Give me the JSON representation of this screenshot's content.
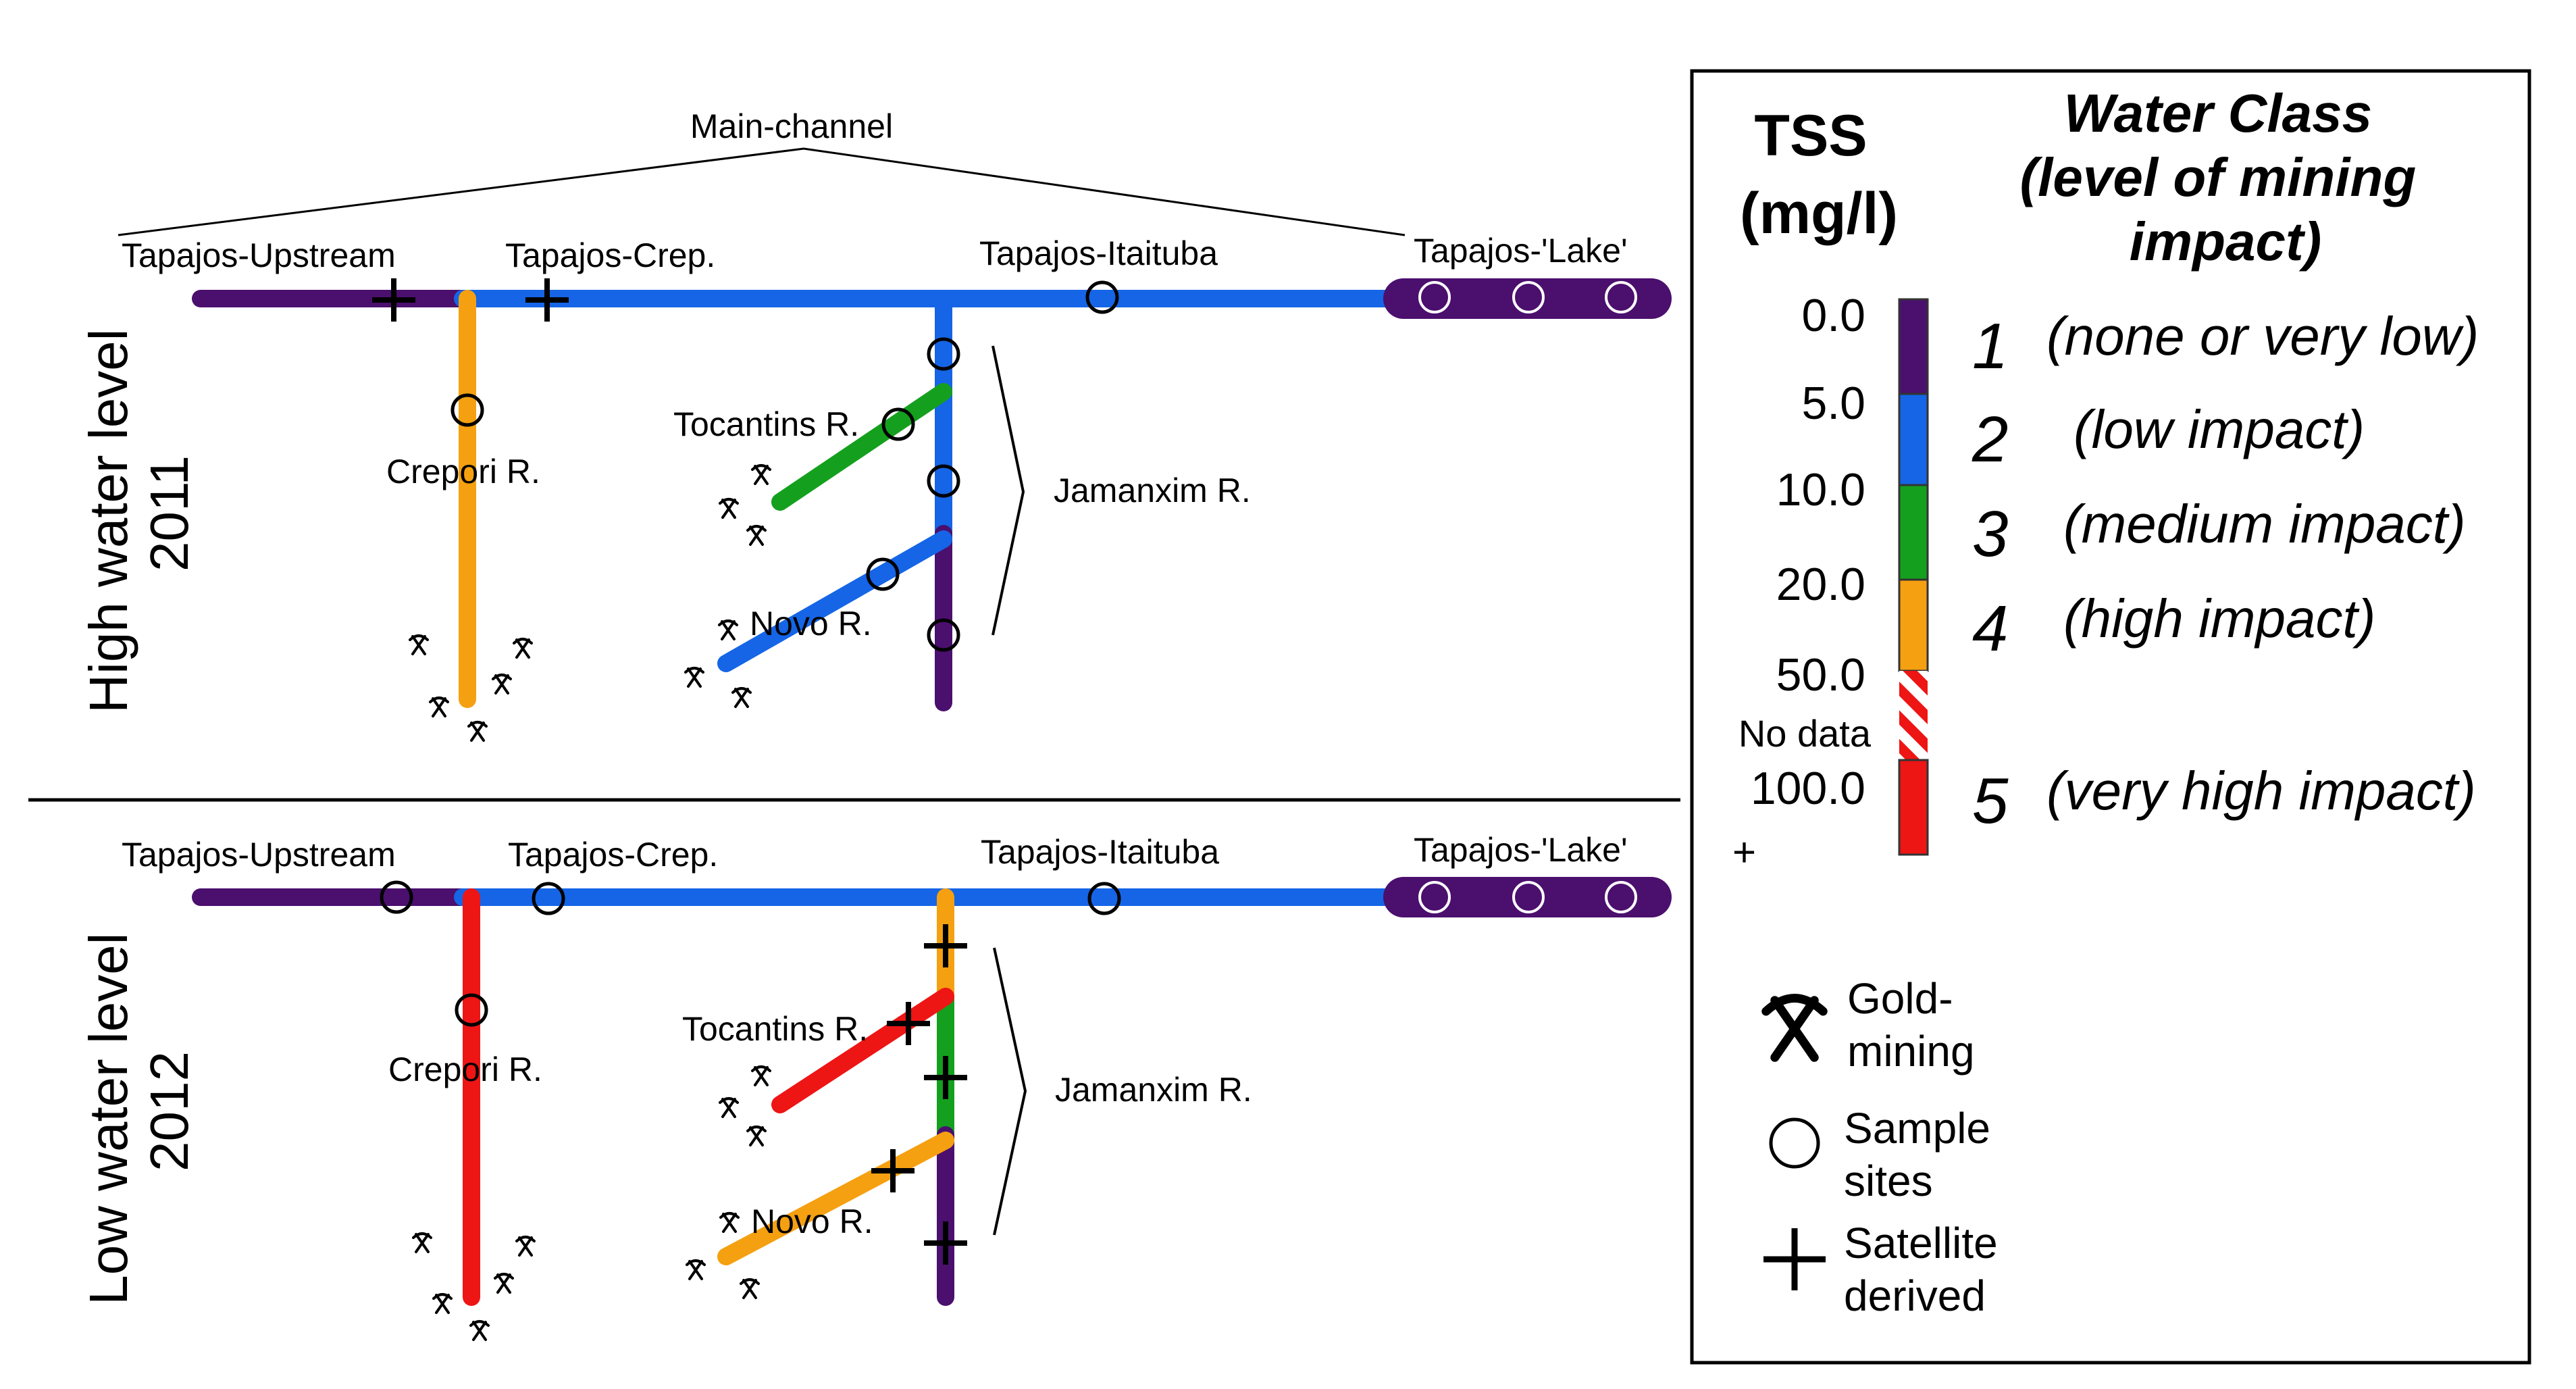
{
  "colors": {
    "class1": "#4b0f6e",
    "class2": "#1565e6",
    "class3": "#14a01e",
    "class4": "#f5a011",
    "class5": "#ee1515",
    "nodata_stripe_a": "#ee1515",
    "nodata_stripe_b": "#ffffff"
  },
  "main_channel": {
    "label": "Main-channel"
  },
  "panels": [
    {
      "id": "high",
      "title_line1": "High water level",
      "title_line2": "2011",
      "labels": {
        "upstream": "Tapajos-Upstream",
        "crep": "Tapajos-Crep.",
        "itaituba": "Tapajos-Itaituba",
        "lake": "Tapajos-'Lake'",
        "crepori": "Crepori R.",
        "tocantins": "Tocantins R.",
        "novo": "Novo R.",
        "jamanxim": "Jamanxim R."
      },
      "segments": {
        "upstream": 1,
        "main": 2,
        "lake": 1,
        "crepori": 4,
        "jamanxim_upper": 2,
        "jamanxim_lower": 1,
        "tocantins": 3,
        "novo": 2
      },
      "sites": {
        "upstream": "satellite",
        "crep": "satellite",
        "itaituba": "sample",
        "lake": "sample",
        "crepori": "sample",
        "jamanxim_1": "sample",
        "jamanxim_2": "sample",
        "jamanxim_3": "sample",
        "tocantins": "sample",
        "novo": "sample"
      }
    },
    {
      "id": "low",
      "title_line1": "Low water level",
      "title_line2": "2012",
      "labels": {
        "upstream": "Tapajos-Upstream",
        "crep": "Tapajos-Crep.",
        "itaituba": "Tapajos-Itaituba",
        "lake": "Tapajos-'Lake'",
        "crepori": "Crepori R.",
        "tocantins": "Tocantins R.",
        "novo": "Novo R.",
        "jamanxim": "Jamanxim R."
      },
      "segments": {
        "upstream": 1,
        "main": 2,
        "lake": 1,
        "crepori": 5,
        "jamanxim_upper": 4,
        "jamanxim_mid": 3,
        "jamanxim_lower": 1,
        "tocantins": 5,
        "novo": 4
      },
      "sites": {
        "upstream": "sample",
        "crep": "sample",
        "itaituba": "sample",
        "lake": "sample",
        "crepori": "sample",
        "jamanxim_1": "satellite",
        "jamanxim_2": "satellite",
        "jamanxim_3": "satellite",
        "tocantins": "satellite",
        "novo": "satellite"
      }
    }
  ],
  "legend": {
    "tss_line1": "TSS",
    "tss_line2": "(mg/l)",
    "class_line1": "Water Class",
    "class_line2": "(level of mining",
    "class_line3": "impact)",
    "ticks": [
      "0.0",
      "5.0",
      "10.0",
      "20.0",
      "50.0",
      "No data",
      "100.0",
      "+"
    ],
    "classes": [
      {
        "num": "1",
        "desc": "(none or very low)"
      },
      {
        "num": "2",
        "desc": "(low impact)"
      },
      {
        "num": "3",
        "desc": "(medium impact)"
      },
      {
        "num": "4",
        "desc": "(high impact)"
      },
      {
        "num": "5",
        "desc": "(very high impact)"
      }
    ],
    "symbols": {
      "gold_line1": "Gold-",
      "gold_line2": "mining",
      "sample_line1": "Sample",
      "sample_line2": "sites",
      "satellite_line1": "Satellite",
      "satellite_line2": "derived"
    }
  }
}
